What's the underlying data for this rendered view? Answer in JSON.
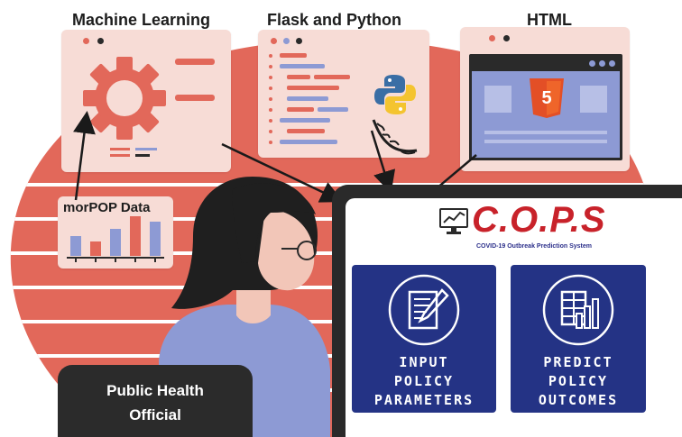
{
  "labels": {
    "machine_learning": "Machine Learning",
    "flask_python": "Flask and Python",
    "html": "HTML",
    "morpop": "morPOP Data"
  },
  "cops": {
    "title": "C.O.P.S",
    "subtitle": "COVID-19 Outbreak Prediction System",
    "panel_input": "INPUT\nPOLICY\nPARAMETERS",
    "panel_predict": "PREDICT\nPOLICY\nOUTCOMES"
  },
  "role": "Public Health\nOfficial",
  "colors": {
    "background_blob": "#e2685a",
    "card": "#f7dcd6",
    "accent_red": "#e2685a",
    "bar_blue": "#8d9ad4",
    "panel_blue": "#243385",
    "monitor": "#2a2a2a",
    "cops_red": "#c8222a",
    "skin": "#f2c6b8",
    "hair": "#1f1f1f",
    "shirt": "#8d9ad4"
  },
  "icons": [
    "gear-icon",
    "python-logo-icon",
    "flask-logo-icon",
    "html5-logo-icon",
    "computer-chart-icon",
    "document-pencil-icon",
    "chart-report-icon"
  ]
}
